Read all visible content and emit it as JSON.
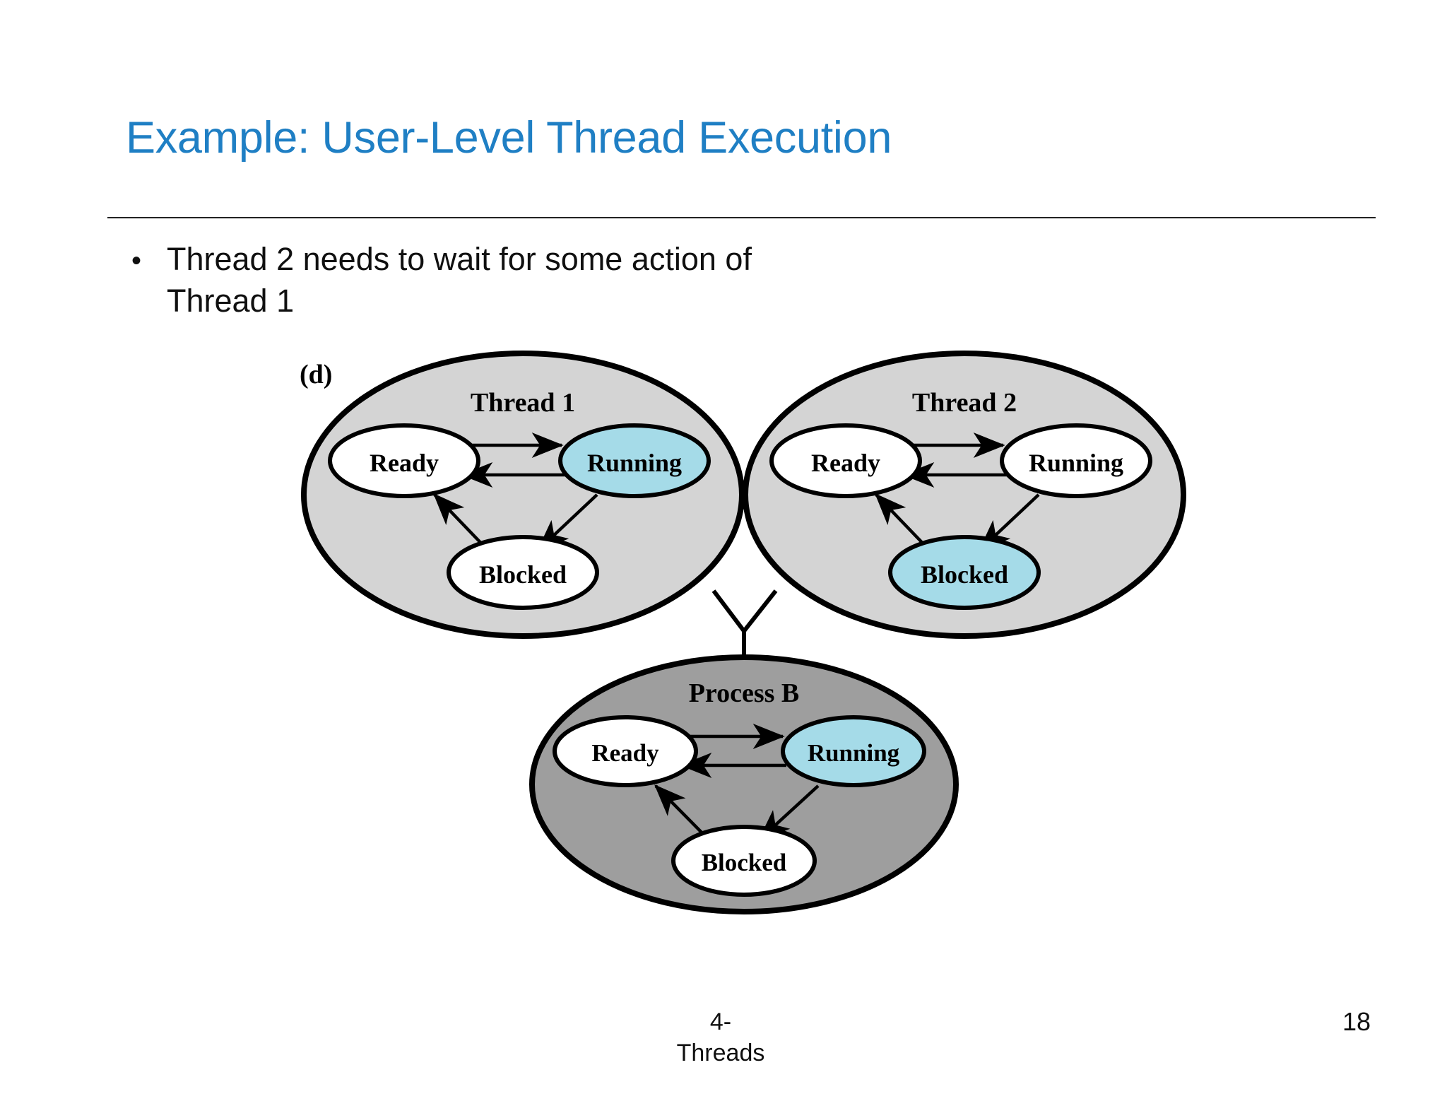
{
  "slide": {
    "title": "Example: User-Level Thread Execution",
    "page_number": "18",
    "footer_text": "4-\nThreads"
  },
  "body": {
    "bullets": [
      {
        "marker": "•",
        "text": "Thread 2 needs to wait for some action of\nThread 1"
      }
    ]
  },
  "figure": {
    "panel_label": "(d)",
    "colors": {
      "thread_fill": "#D4D4D4",
      "process_fill": "#9E9E9E",
      "highlight_fill": "#A5DBE8",
      "node_fill": "#FFFFFF",
      "stroke": "#000000"
    },
    "groups": [
      {
        "id": "thread-1",
        "title": "Thread 1",
        "fill": "#D4D4D4",
        "nodes": [
          {
            "id": "ready",
            "label": "Ready",
            "highlighted": false
          },
          {
            "id": "running",
            "label": "Running",
            "highlighted": true
          },
          {
            "id": "blocked",
            "label": "Blocked",
            "highlighted": false
          }
        ]
      },
      {
        "id": "thread-2",
        "title": "Thread 2",
        "fill": "#D4D4D4",
        "nodes": [
          {
            "id": "ready",
            "label": "Ready",
            "highlighted": false
          },
          {
            "id": "running",
            "label": "Running",
            "highlighted": false
          },
          {
            "id": "blocked",
            "label": "Blocked",
            "highlighted": true
          }
        ]
      },
      {
        "id": "process-b",
        "title": "Process B",
        "fill": "#9E9E9E",
        "nodes": [
          {
            "id": "ready",
            "label": "Ready",
            "highlighted": false
          },
          {
            "id": "running",
            "label": "Running",
            "highlighted": true
          },
          {
            "id": "blocked",
            "label": "Blocked",
            "highlighted": false
          }
        ]
      }
    ]
  }
}
